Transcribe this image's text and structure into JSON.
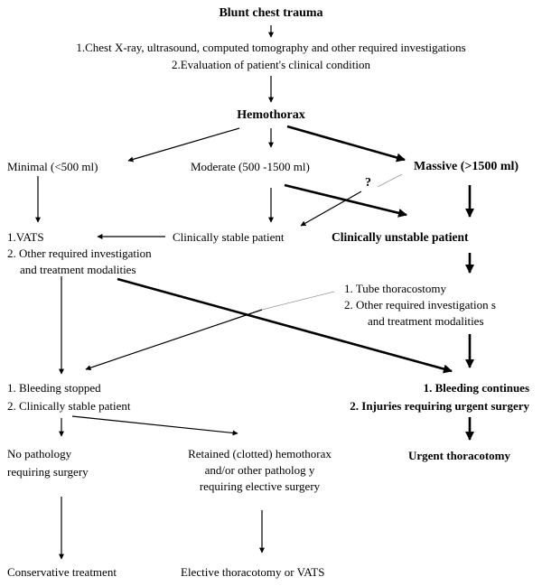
{
  "nodes": {
    "start": "Blunt chest trauma",
    "investigations_1": "1.Chest X-ray, ultrasound, computed tomography   and other required investigations",
    "investigations_2": "2.Evaluation of patient's clinical condition",
    "hemothorax": "Hemothorax",
    "minimal": "Minimal (<500 ml)",
    "moderate": "Moderate (500 -1500 ml)",
    "massive": "Massive (>1500 ml)",
    "question_mark": "?",
    "vats_1": "1.VATS",
    "vats_2": "2. Other required investigation",
    "vats_3": "and treatment modalities",
    "stable": "Clinically stable patient",
    "unstable": "Clinically unstable patient",
    "tube_1": "1. Tube thoracostomy",
    "tube_2": "2. Other  required investigation s",
    "tube_3": "and treatment modalities",
    "stopped_1": "1. Bleeding stopped",
    "stopped_2": "2. Clinically stable patient",
    "continues_1": "1. Bleeding continues",
    "continues_2": "2. Injuries requiring urgent surgery",
    "no_path_1": "No pathology",
    "no_path_2": "requiring surgery",
    "retained_1": "Retained (clotted) hemothorax",
    "retained_2": "and/or other patholog y",
    "retained_3": "requiring elective surgery",
    "urgent": "Urgent thoracotomy",
    "conservative": "Conservative treatment",
    "elective": "Elective thoracotomy or VATS"
  },
  "colors": {
    "text": "#000000",
    "arrow": "#000000",
    "thin_line": "#999999"
  }
}
